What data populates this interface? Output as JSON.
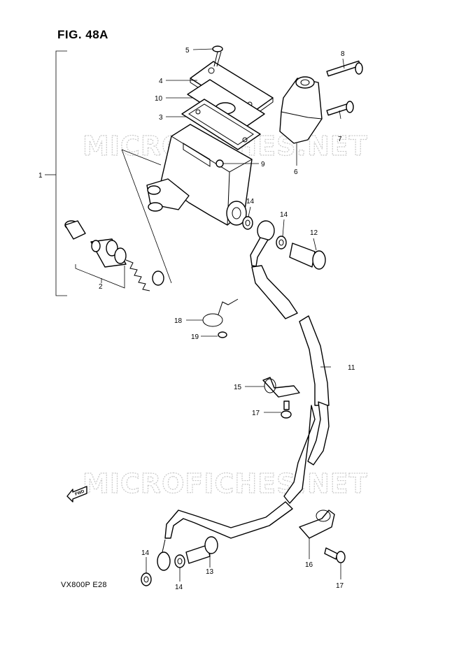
{
  "figure": {
    "title": "FIG. 48A",
    "model_code": "VX800P  E28"
  },
  "watermark": {
    "text": "MICROFICHES.NET",
    "color": "#c8c8c8"
  },
  "fwd_arrow": {
    "label": "FWD"
  },
  "callouts": {
    "c1": "1",
    "c2": "2",
    "c3": "3",
    "c4": "4",
    "c5": "5",
    "c6": "6",
    "c7": "7",
    "c8": "8",
    "c9": "9",
    "c10": "10",
    "c11": "11",
    "c12": "12",
    "c13": "13",
    "c14a": "14",
    "c14b": "14",
    "c14c": "14",
    "c14d": "14",
    "c15": "15",
    "c16": "16",
    "c17a": "17",
    "c17b": "17",
    "c18": "18",
    "c19": "19"
  }
}
